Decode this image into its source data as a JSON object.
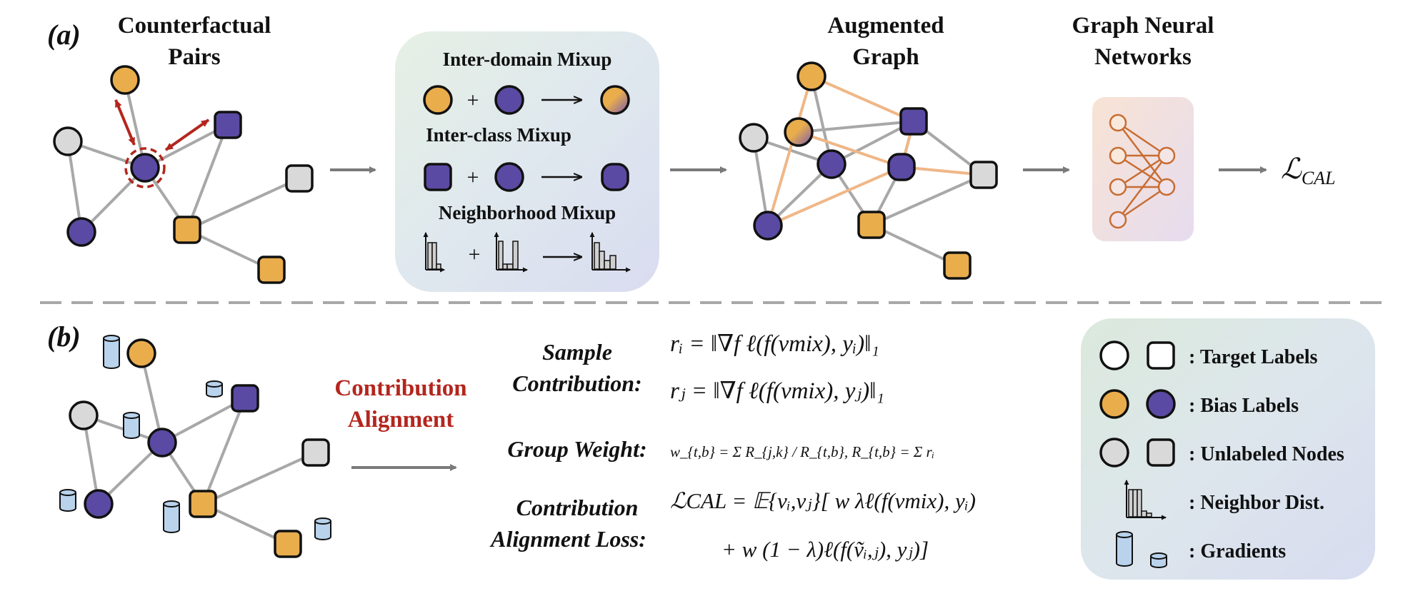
{
  "colors": {
    "orange": "#e9ad4c",
    "purple": "#5a4aa3",
    "gray": "#d9d9d9",
    "edge": "#a8a8a8",
    "red": "#b3261e",
    "aug_edge": "#efb787",
    "nn": "#c86d33"
  },
  "panel_a": {
    "label": "(a)",
    "counterfactual_title": [
      "Counterfactual",
      "Pairs"
    ],
    "mixup": {
      "inter_domain": "Inter-domain Mixup",
      "inter_class": "Inter-class Mixup",
      "neighborhood": "Neighborhood Mixup",
      "plus": "+"
    },
    "augmented_title": [
      "Augmented",
      "Graph"
    ],
    "gnn_title": [
      "Graph Neural",
      "Networks"
    ],
    "loss_symbol": "ℒ",
    "loss_sub": "CAL"
  },
  "panel_b": {
    "label": "(b)",
    "contribution_title": [
      "Contribution",
      "Alignment"
    ],
    "sample_contribution": [
      "Sample",
      "Contribution:"
    ],
    "eq_ri": "rᵢ = ‖∇f ℓ(f(vmix), yᵢ)‖₁",
    "eq_rj": "rⱼ = ‖∇f ℓ(f(vmix), yⱼ)‖₁",
    "group_weight": "Group Weight:",
    "eq_group": "w_{t,b} = Σ R_{j,k} / R_{t,b},  R_{t,b} = Σ rᵢ",
    "loss_label": [
      "Contribution",
      "Alignment Loss:"
    ],
    "eq_loss_line1": "ℒCAL = 𝔼{vᵢ,vⱼ}[ w λℓ(f(vmix), yᵢ)",
    "eq_loss_line2": "+ w (1 − λ)ℓ(f(ṽᵢ,ⱼ), yⱼ)]"
  },
  "legend": {
    "target": ": Target Labels",
    "bias": ": Bias Labels",
    "unlabeled": ": Unlabeled Nodes",
    "neighbor": ": Neighbor Dist.",
    "gradients": ": Gradients"
  }
}
